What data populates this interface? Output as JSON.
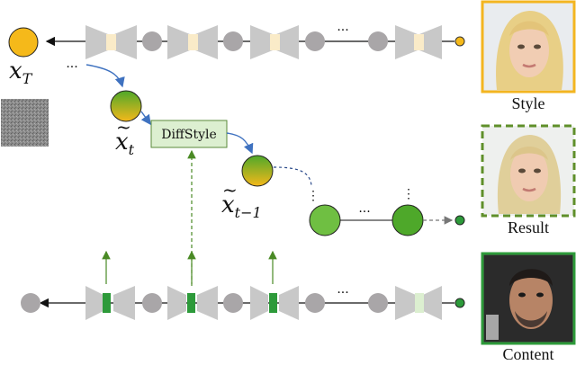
{
  "labels": {
    "x_T": "x",
    "x_T_sub": "T",
    "x_t_tilde": "x",
    "x_t_sub": "t",
    "x_t1_tilde": "x",
    "x_t1_sub": "t−1",
    "diffstyle": "DiffStyle",
    "ellipsis_top": "...",
    "ellipsis_bottom": "...",
    "ellipsis_left": "...",
    "ellipsis_mid": "...",
    "ellipsis_vert1": "⋮",
    "ellipsis_vert2": "⋮"
  },
  "images": {
    "style_label": "Style",
    "result_label": "Result",
    "content_label": "Content"
  },
  "colors": {
    "gray_node": "#a9a6a8",
    "orange": "#f5b91a",
    "green_dark": "#3f9a1c",
    "green_light": "#6fbf42",
    "green_box": "#dcefd0",
    "style_border": "#f3b520",
    "result_border": "#5f8f2a",
    "content_border": "#2d9a3a",
    "arrow_blue": "#3f72c0"
  }
}
